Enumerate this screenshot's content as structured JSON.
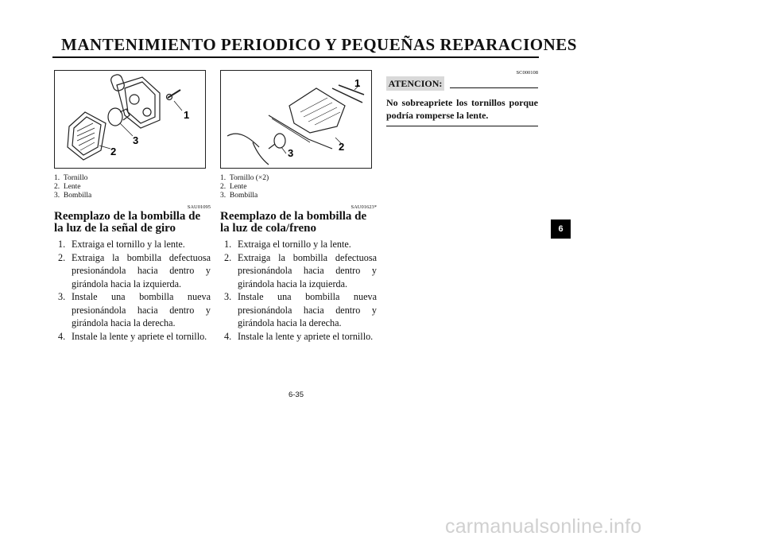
{
  "header": {
    "title": "MANTENIMIENTO PERIODICO Y PEQUEÑAS REPARACIONES"
  },
  "left": {
    "figure_labels": [
      "1",
      "2",
      "3"
    ],
    "captions": [
      "1.  Tornillo",
      "2.  Lente",
      "3.  Bombilla"
    ],
    "code": "SAU01095",
    "title": "Reemplazo de la bombilla de la luz de la señal de giro",
    "steps": [
      {
        "num": "1.",
        "text": "Extraiga el tornillo y la lente."
      },
      {
        "num": "2.",
        "text": "Extraiga la bombilla defectuosa presionándola hacia dentro y girándola hacia la izquierda."
      },
      {
        "num": "3.",
        "text": "Instale una bombilla nueva presionándola hacia dentro y girándola hacia la derecha."
      },
      {
        "num": "4.",
        "text": "Instale la lente y apriete el tornillo."
      }
    ]
  },
  "middle": {
    "figure_labels": [
      "1",
      "2",
      "3"
    ],
    "captions": [
      "1.  Tornillo (×2)",
      "2.  Lente",
      "3.  Bombilla"
    ],
    "code": "SAU01623*",
    "title": "Reemplazo de la bombilla de la luz de cola/freno",
    "steps": [
      {
        "num": "1.",
        "text": "Extraiga el tornillo y la lente."
      },
      {
        "num": "2.",
        "text": "Extraiga la bombilla defectuosa presionándola hacia dentro y girándola hacia la izquierda."
      },
      {
        "num": "3.",
        "text": "Instale una bombilla nueva presionándola hacia dentro y girándola hacia la derecha."
      },
      {
        "num": "4.",
        "text": "Instale la lente y apriete el tornillo."
      }
    ]
  },
  "right": {
    "code": "SC000108",
    "attention_label": "ATENCION:",
    "attention_text": "No sobreapriete los tornillos porque podría romperse la lente."
  },
  "page_number": "6-35",
  "section_tab": "6",
  "watermark": "carmanualsonline.info"
}
